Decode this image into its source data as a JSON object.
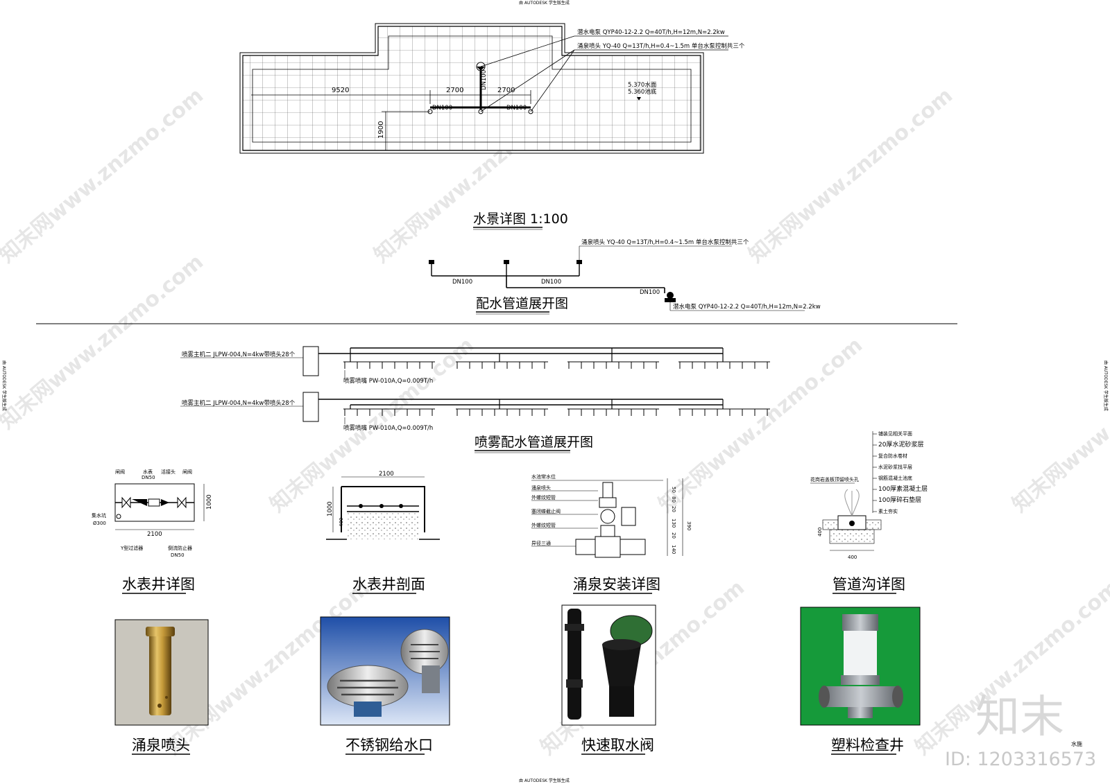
{
  "header_note": "由 AUTODESK 学生版生成",
  "footer_note": "由 AUTODESK 学生版生成",
  "side_note_left": "由 AUTODESK 学生版生成",
  "side_note_right": "由 AUTODESK 学生版生成",
  "plan": {
    "title": "水景详图 1:100",
    "pump_label": "潜水电泵 QYP40-12-2.2  Q=40T/h,H=12m,N=2.2kw",
    "nozzle_label": "涌泉喷头 YQ-40  Q=13T/h,H=0.4~1.5m  单台水泵控制共三个",
    "dim_9520": "9520",
    "dim_2700a": "2700",
    "dim_2700b": "2700",
    "dim_1900": "1900",
    "pipe_dn100_a": "DN100",
    "pipe_dn100_b": "DN100",
    "pipe_dn100_v": "DN100",
    "water_level": "5.370水面",
    "bottom_level": "5.360池底"
  },
  "distribution": {
    "title": "配水管道展开图",
    "nozzle_label": "涌泉喷头 YQ-40  Q=13T/h,H=0.4~1.5m  单台水泵控制共三个",
    "pump_label": "潜水电泵 QYP40-12-2.2  Q=40T/h,H=12m,N=2.2kw",
    "dn_a": "DN100",
    "dn_b": "DN100",
    "dn_c": "DN100"
  },
  "mist": {
    "title": "喷雾配水管道展开图",
    "host1": "喷雾主机二 JLPW-004,N=4kw带喷头28个",
    "host2": "喷雾主机二 JLPW-004,N=4kw带喷头28个",
    "nozzle1": "喷雾喷嘴 PW-010A,Q=0.009T/h",
    "nozzle2": "喷雾喷嘴 PW-010A,Q=0.009T/h"
  },
  "meter_well": {
    "title": "水表井详图",
    "valve1": "闸阀",
    "meter": "水表",
    "dn50": "DN50",
    "joint": "活接头",
    "valve2": "闸阀",
    "sump": "集水坑",
    "sump_size": "Ø300",
    "filter": "Y型过滤器",
    "backflow": "倒流防止器",
    "dn50_b": "DN50",
    "dim_2100": "2100",
    "dim_1000": "1000"
  },
  "meter_section": {
    "title": "水表井剖面",
    "dim_2100": "2100",
    "dim_1000": "1000",
    "dim_400": "400"
  },
  "fountain_install": {
    "title": "涌泉安装详图",
    "labels": [
      "水池常水位",
      "涌泉喷头",
      "外螺纹短管",
      "塞闭蝶截止阀",
      "外螺纹短管",
      "异径三通"
    ],
    "dims": [
      "50",
      "80",
      "20",
      "130",
      "20",
      "140"
    ],
    "total": "390"
  },
  "trench": {
    "title": "管道沟详图",
    "label_left": "花岗岩盖板顶留喷头孔",
    "layers": [
      "铺装见相关平面",
      "20厚水泥砂浆层",
      "复合防水卷材",
      "水泥砂浆找平层",
      "钢筋混凝土池底",
      "100厚素混凝土层",
      "100厚碎石垫层",
      "素土夯实"
    ],
    "dim_400a": "400",
    "dim_400b": "400"
  },
  "products": [
    {
      "caption": "涌泉喷头",
      "icon": "fountain-nozzle-photo"
    },
    {
      "caption": "不锈钢给水口",
      "icon": "stainless-water-outlet-photo"
    },
    {
      "caption": "快速取水阀",
      "icon": "quick-water-valve-photo"
    },
    {
      "caption": "塑料检查井",
      "icon": "plastic-inspection-well-photo"
    }
  ],
  "watermark_text": "知末网www.znzmo.com",
  "brand_logo": "知末",
  "id_label": "ID: 1203316573",
  "sheet_note": "水施"
}
